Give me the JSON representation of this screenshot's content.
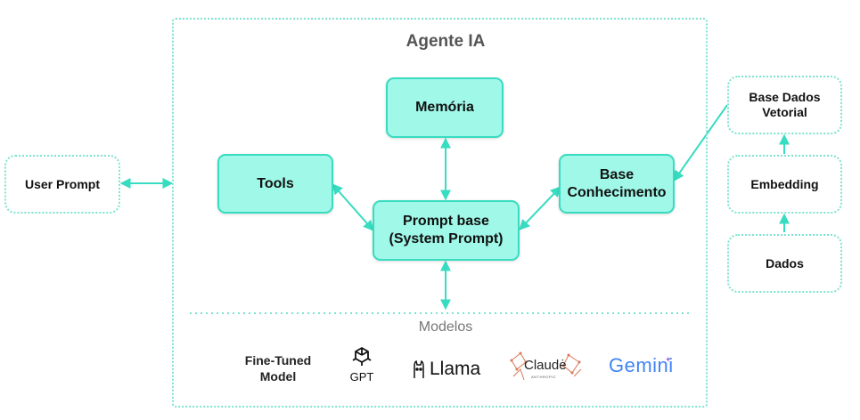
{
  "agent": {
    "title": "Agente IA"
  },
  "nodes": {
    "user_prompt": "User Prompt",
    "memoria": "Memória",
    "tools": "Tools",
    "prompt_base_line1": "Prompt base",
    "prompt_base_line2": "(System Prompt)",
    "base_conhecimento_line1": "Base",
    "base_conhecimento_line2": "Conhecimento",
    "base_dados_line1": "Base Dados",
    "base_dados_line2": "Vetorial",
    "embedding": "Embedding",
    "dados": "Dados"
  },
  "modelos": {
    "title": "Modelos",
    "fine_tuned_line1": "Fine-Tuned",
    "fine_tuned_line2": "Model",
    "gpt": "GPT",
    "llama": "Llama",
    "claude": "Claudė",
    "claude_sub": "ANTHROPIC",
    "gemini": "Gemini"
  },
  "colors": {
    "accent": "#38dcc0",
    "box_fill": "#9ff8e8",
    "dotted": "#7de3cf",
    "claude_orange": "#d97757",
    "gemini_blue": "#4285f4"
  },
  "icons": [
    "openai-icon",
    "llama-icon",
    "claude-icon"
  ]
}
